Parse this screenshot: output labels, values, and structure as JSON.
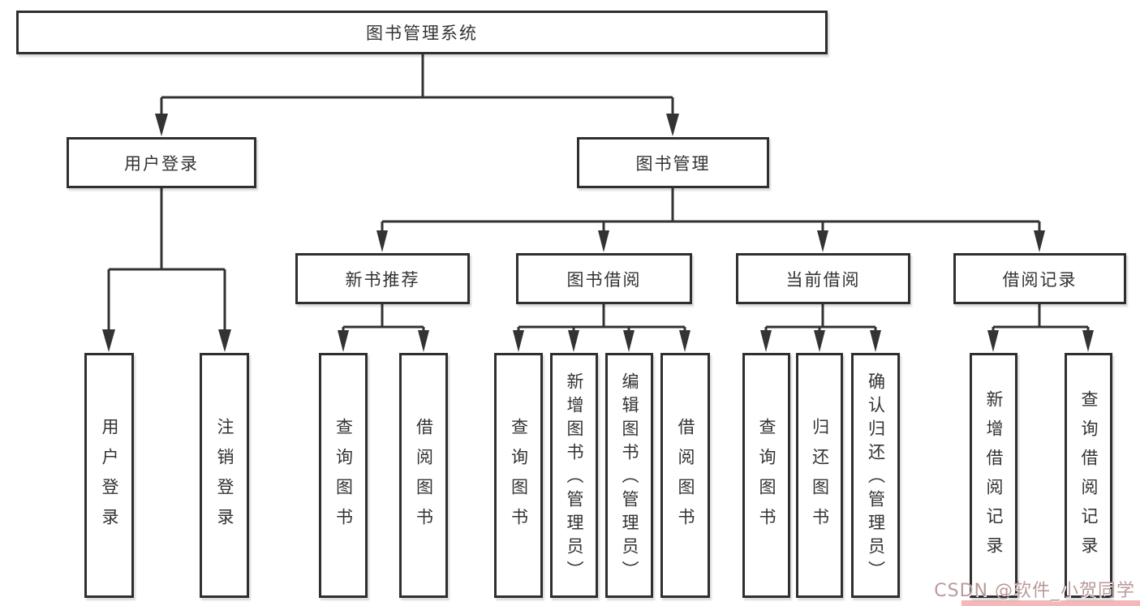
{
  "tree": {
    "root": {
      "label": "图书管理系统",
      "children": [
        {
          "label": "用户登录",
          "children": [
            {
              "label": "用户登录"
            },
            {
              "label": "注销登录"
            }
          ]
        },
        {
          "label": "图书管理",
          "children": [
            {
              "label": "新书推荐",
              "children": [
                {
                  "label": "查询图书"
                },
                {
                  "label": "借阅图书"
                }
              ]
            },
            {
              "label": "图书借阅",
              "children": [
                {
                  "label": "查询图书"
                },
                {
                  "label": "新增图书（管理员）"
                },
                {
                  "label": "编辑图书（管理员）"
                },
                {
                  "label": "借阅图书"
                }
              ]
            },
            {
              "label": "当前借阅",
              "children": [
                {
                  "label": "查询图书"
                },
                {
                  "label": "归还图书"
                },
                {
                  "label": "确认归还（管理员）"
                }
              ]
            },
            {
              "label": "借阅记录",
              "children": [
                {
                  "label": "新增借阅记录"
                },
                {
                  "label": "查询借阅记录"
                }
              ]
            }
          ]
        }
      ]
    }
  },
  "watermark": {
    "text": "CSDN @软件_小贺同学"
  },
  "colors": {
    "line": "#333333",
    "box_border": "#2f2f2f",
    "text": "#333333",
    "watermark_text": "#b99a9a",
    "watermark_strip": "#f3b8b8"
  }
}
